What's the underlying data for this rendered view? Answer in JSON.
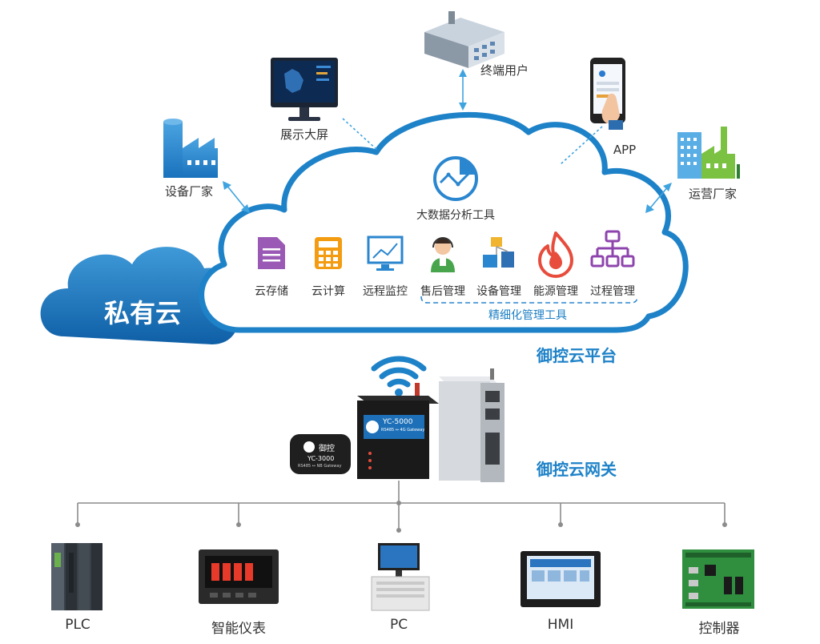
{
  "center": {
    "private_cloud": "私有云",
    "big_data_tool": "大数据分析工具",
    "fine_mgmt": "精细化管理工具",
    "platform_title": "御控云平台",
    "gateway_title": "御控云网关"
  },
  "outer_nodes": {
    "terminal_user": "终端用户",
    "big_screen": "展示大屏",
    "app": "APP",
    "equipment_maker": "设备厂家",
    "operator": "运营厂家"
  },
  "tools": [
    {
      "label": "云存储",
      "icon": "document-icon"
    },
    {
      "label": "云计算",
      "icon": "calculator-icon"
    },
    {
      "label": "远程监控",
      "icon": "monitor-chart-icon"
    },
    {
      "label": "售后管理",
      "icon": "support-agent-icon"
    },
    {
      "label": "设备管理",
      "icon": "equipment-icon"
    },
    {
      "label": "能源管理",
      "icon": "flame-icon"
    },
    {
      "label": "过程管理",
      "icon": "process-tree-icon"
    }
  ],
  "gateway": {
    "model_main": "YC-5000",
    "model_main_sub": "RS485 ↔ 4G Gateway",
    "model_small": "YC-3000",
    "model_small_sub": "RS485 ↔ NB Gateway",
    "brand": "御控"
  },
  "devices": [
    {
      "label": "PLC"
    },
    {
      "label": "智能仪表"
    },
    {
      "label": "PC"
    },
    {
      "label": "HMI"
    },
    {
      "label": "控制器"
    }
  ],
  "colors": {
    "cloud_outline": "#1e82c8",
    "cloud_fill": "#ffffff",
    "private_cloud": "#1a6fb4",
    "line_gray": "#8c8c8c",
    "title_blue": "#1e82c8",
    "meter_digits": "#e83a2a"
  }
}
